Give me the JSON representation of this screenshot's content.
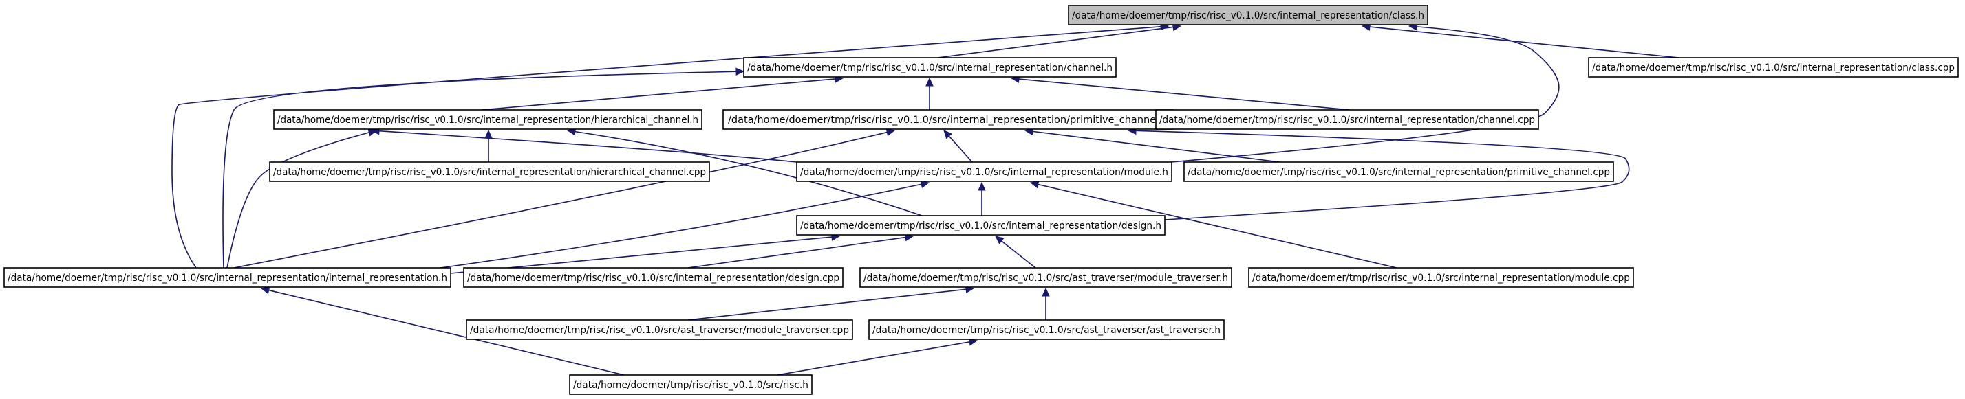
{
  "graph": {
    "nodes": [
      {
        "id": "class_h",
        "label": "/data/home/doemer/tmp/risc/risc_v0.1.0/src/internal_representation/class.h",
        "highlight": true
      },
      {
        "id": "channel_h",
        "label": "/data/home/doemer/tmp/risc/risc_v0.1.0/src/internal_representation/channel.h"
      },
      {
        "id": "class_cpp",
        "label": "/data/home/doemer/tmp/risc/risc_v0.1.0/src/internal_representation/class.cpp"
      },
      {
        "id": "hier_h",
        "label": "/data/home/doemer/tmp/risc/risc_v0.1.0/src/internal_representation/hierarchical_channel.h"
      },
      {
        "id": "prim_h",
        "label": "/data/home/doemer/tmp/risc/risc_v0.1.0/src/internal_representation/primitive_channel.h"
      },
      {
        "id": "channel_cpp",
        "label": "/data/home/doemer/tmp/risc/risc_v0.1.0/src/internal_representation/channel.cpp"
      },
      {
        "id": "hier_cpp",
        "label": "/data/home/doemer/tmp/risc/risc_v0.1.0/src/internal_representation/hierarchical_channel.cpp"
      },
      {
        "id": "module_h",
        "label": "/data/home/doemer/tmp/risc/risc_v0.1.0/src/internal_representation/module.h"
      },
      {
        "id": "prim_cpp",
        "label": "/data/home/doemer/tmp/risc/risc_v0.1.0/src/internal_representation/primitive_channel.cpp"
      },
      {
        "id": "design_h",
        "label": "/data/home/doemer/tmp/risc/risc_v0.1.0/src/internal_representation/design.h"
      },
      {
        "id": "ir_h",
        "label": "/data/home/doemer/tmp/risc/risc_v0.1.0/src/internal_representation/internal_representation.h"
      },
      {
        "id": "design_cpp",
        "label": "/data/home/doemer/tmp/risc/risc_v0.1.0/src/internal_representation/design.cpp"
      },
      {
        "id": "modtrav_h",
        "label": "/data/home/doemer/tmp/risc/risc_v0.1.0/src/ast_traverser/module_traverser.h"
      },
      {
        "id": "module_cpp",
        "label": "/data/home/doemer/tmp/risc/risc_v0.1.0/src/internal_representation/module.cpp"
      },
      {
        "id": "modtrav_cpp",
        "label": "/data/home/doemer/tmp/risc/risc_v0.1.0/src/ast_traverser/module_traverser.cpp"
      },
      {
        "id": "asttrav_h",
        "label": "/data/home/doemer/tmp/risc/risc_v0.1.0/src/ast_traverser/ast_traverser.h"
      },
      {
        "id": "risc_h",
        "label": "/data/home/doemer/tmp/risc/risc_v0.1.0/src/risc.h"
      }
    ],
    "edges": [
      {
        "from": "channel_h",
        "to": "class_h"
      },
      {
        "from": "class_cpp",
        "to": "class_h"
      },
      {
        "from": "ir_h",
        "to": "class_h"
      },
      {
        "from": "module_h",
        "to": "class_h"
      },
      {
        "from": "hier_h",
        "to": "channel_h"
      },
      {
        "from": "prim_h",
        "to": "channel_h"
      },
      {
        "from": "channel_cpp",
        "to": "channel_h"
      },
      {
        "from": "ir_h",
        "to": "channel_h"
      },
      {
        "from": "hier_cpp",
        "to": "hier_h"
      },
      {
        "from": "module_h",
        "to": "hier_h"
      },
      {
        "from": "design_h",
        "to": "hier_h"
      },
      {
        "from": "ir_h",
        "to": "hier_h"
      },
      {
        "from": "module_h",
        "to": "prim_h"
      },
      {
        "from": "prim_cpp",
        "to": "prim_h"
      },
      {
        "from": "design_h",
        "to": "prim_h"
      },
      {
        "from": "ir_h",
        "to": "prim_h"
      },
      {
        "from": "design_h",
        "to": "module_h"
      },
      {
        "from": "ir_h",
        "to": "module_h"
      },
      {
        "from": "module_cpp",
        "to": "module_h"
      },
      {
        "from": "ir_h",
        "to": "design_h"
      },
      {
        "from": "design_cpp",
        "to": "design_h"
      },
      {
        "from": "modtrav_h",
        "to": "design_h"
      },
      {
        "from": "risc_h",
        "to": "ir_h"
      },
      {
        "from": "modtrav_cpp",
        "to": "modtrav_h"
      },
      {
        "from": "asttrav_h",
        "to": "modtrav_h"
      },
      {
        "from": "risc_h",
        "to": "asttrav_h"
      }
    ]
  }
}
